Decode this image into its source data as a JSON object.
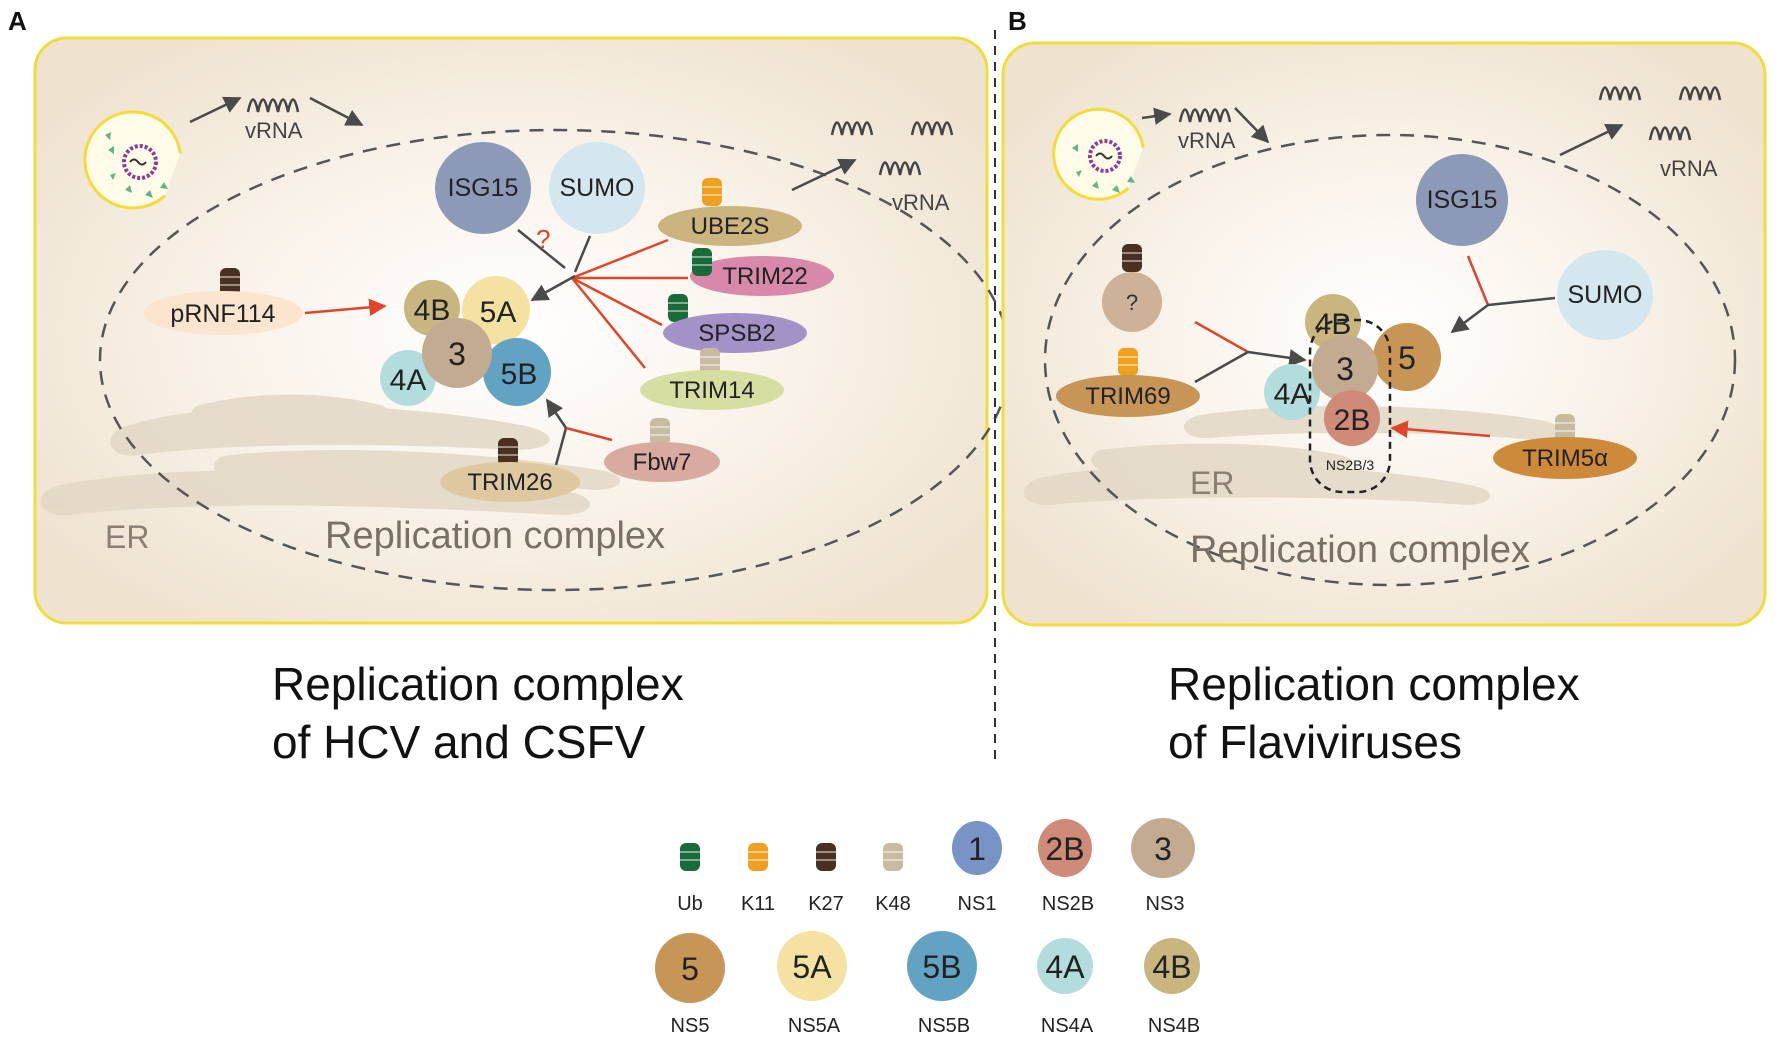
{
  "panel_a": {
    "letter": "A",
    "labels": {
      "vrna_in": "vRNA",
      "vrna_out": "vRNA",
      "isg15": "ISG15",
      "sumo": "SUMO",
      "ube2s": "UBE2S",
      "trim22": "TRIM22",
      "spsb2": "SPSB2",
      "trim14": "TRIM14",
      "prnf114": "pRNF114",
      "trim26": "TRIM26",
      "fbw7": "Fbw7",
      "question": "?",
      "er": "ER",
      "replication_complex": "Replication complex"
    },
    "proteins": {
      "ns4b": "4B",
      "ns5a": "5A",
      "ns3": "3",
      "ns4a": "4A",
      "ns5b": "5B"
    },
    "caption_line1": "Replication complex",
    "caption_line2": "of HCV and CSFV"
  },
  "panel_b": {
    "letter": "B",
    "labels": {
      "vrna_in": "vRNA",
      "vrna_out": "vRNA",
      "isg15": "ISG15",
      "sumo": "SUMO",
      "unknown": "?",
      "trim69": "TRIM69",
      "trim5a": "TRIM5α",
      "ns2b3": "NS2B/3",
      "er": "ER",
      "replication_complex": "Replication complex"
    },
    "proteins": {
      "ns4b": "4B",
      "ns3": "3",
      "ns5": "5",
      "ns4a": "4A",
      "ns2b": "2B"
    },
    "caption_line1": "Replication complex",
    "caption_line2": "of Flaviviruses"
  },
  "legend": {
    "ubiquitin": [
      {
        "label": "Ub",
        "color": "#1a6b3a"
      },
      {
        "label": "K11",
        "color": "#f0a020"
      },
      {
        "label": "K27",
        "color": "#4a3020"
      },
      {
        "label": "K48",
        "color": "#c8bca0"
      }
    ],
    "proteins_row1": [
      {
        "glyph": "1",
        "label": "NS1",
        "color": "#7893c6"
      },
      {
        "glyph": "2B",
        "label": "NS2B",
        "color": "#cf8a78"
      },
      {
        "glyph": "3",
        "label": "NS3",
        "color": "#c3ab92"
      }
    ],
    "proteins_row2": [
      {
        "glyph": "5",
        "label": "NS5",
        "color": "#c79556"
      },
      {
        "glyph": "5A",
        "label": "NS5A",
        "color": "#f5e2a2"
      },
      {
        "glyph": "5B",
        "label": "NS5B",
        "color": "#62a3c4"
      },
      {
        "glyph": "4A",
        "label": "NS4A",
        "color": "#b3dcdc"
      },
      {
        "glyph": "4B",
        "label": "NS4B",
        "color": "#c9b57e"
      }
    ]
  }
}
